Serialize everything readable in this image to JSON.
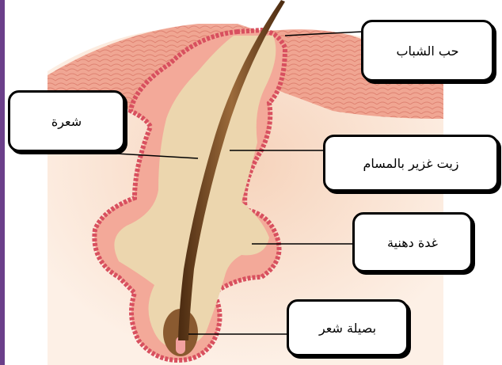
{
  "labels": {
    "pimple": "حب الشباب",
    "hair": "شعرة",
    "sebum": "زيت غزير بالمسام",
    "gland": "غدة دهنية",
    "follicle": "بصيلة شعر"
  },
  "colors": {
    "frame": "#6b3f8a",
    "skin_surface": "#e98a78",
    "dermis": "#f7d9c2",
    "duct_wall": "#e0566c",
    "sebum": "#ead2a8",
    "hair": "#7a4a1e",
    "leader": "#000000"
  }
}
